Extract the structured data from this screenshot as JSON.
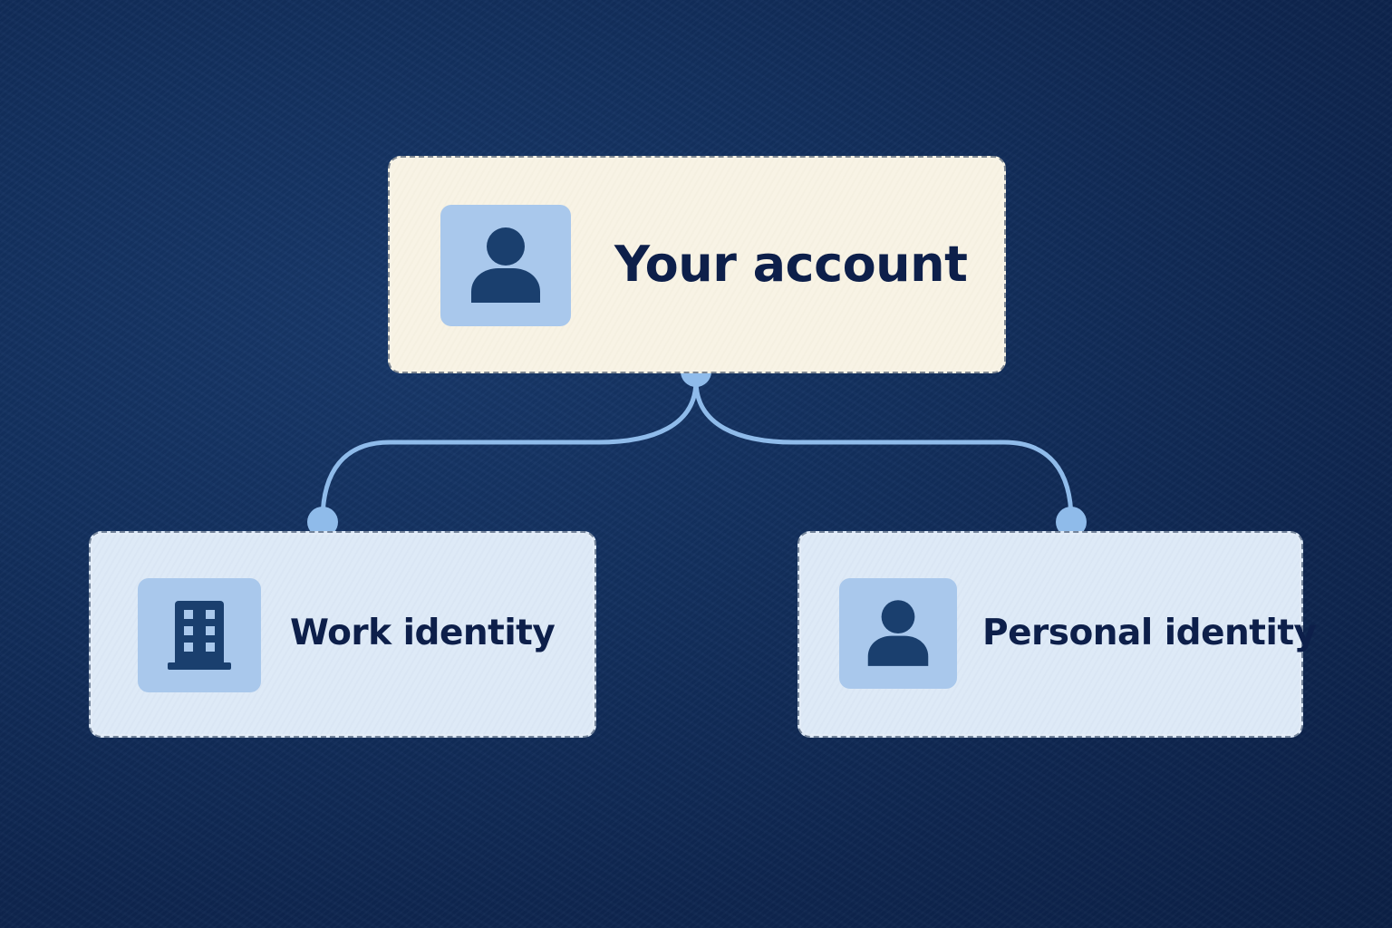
{
  "diagram": {
    "root": {
      "label": "Your account",
      "icon": "user-icon"
    },
    "children": [
      {
        "label": "Work identity",
        "icon": "building-icon"
      },
      {
        "label": "Personal identity",
        "icon": "user-icon"
      }
    ]
  },
  "colors": {
    "background": "#0f2a55",
    "root_card": "#f8f3e4",
    "child_card": "#dde9f7",
    "icon_tile": "#a9c8ec",
    "icon_glyph": "#1a3f6e",
    "connector": "#8fbbea",
    "text": "#0d1f4a"
  }
}
